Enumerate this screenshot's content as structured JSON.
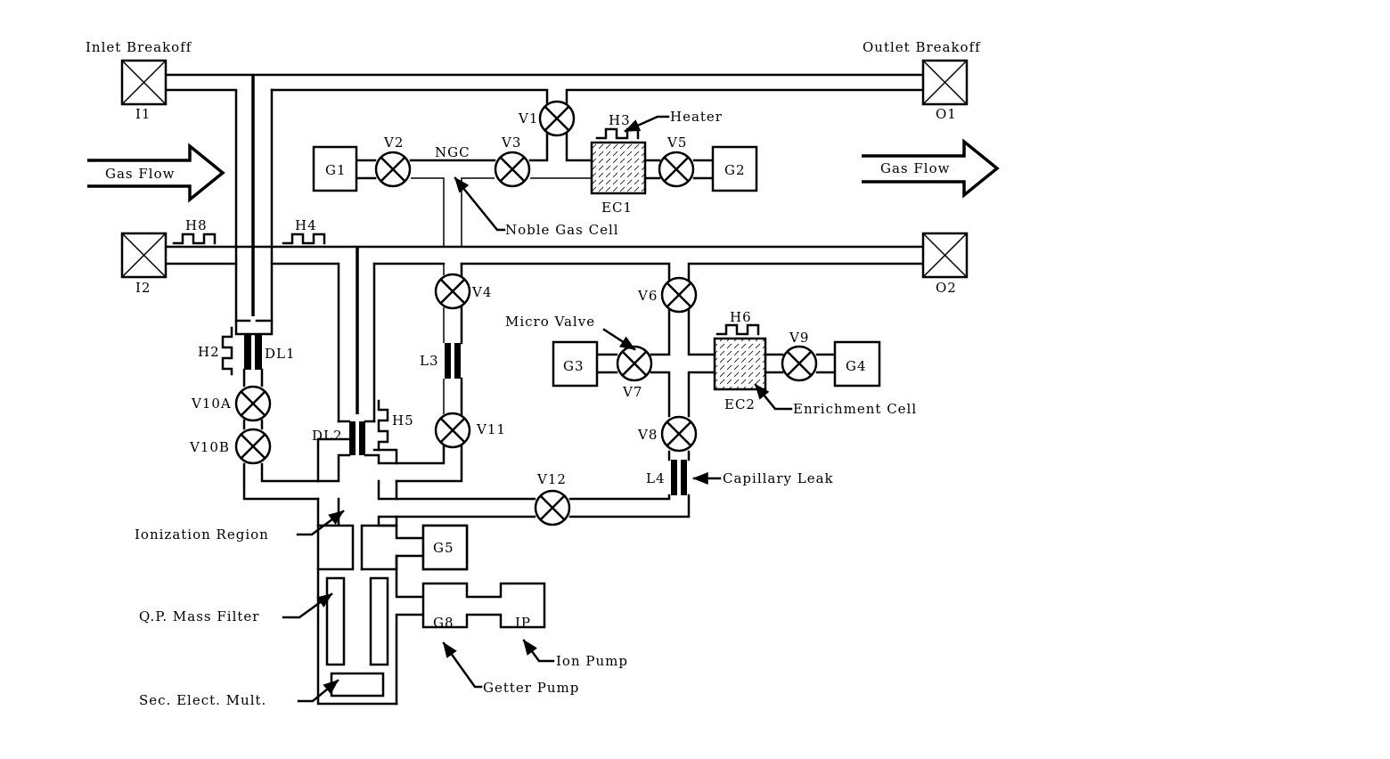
{
  "diagram": {
    "breakoffs": {
      "inlet_title": "Inlet Breakoff",
      "outlet_title": "Outlet Breakoff",
      "I1": "I1",
      "I2": "I2",
      "O1": "O1",
      "O2": "O2"
    },
    "gas_flow_in": "Gas Flow",
    "gas_flow_out": "Gas Flow",
    "valves": {
      "V1": "V1",
      "V2": "V2",
      "V3": "V3",
      "V4": "V4",
      "V5": "V5",
      "V6": "V6",
      "V7": "V7",
      "V8": "V8",
      "V9": "V9",
      "V10A": "V10A",
      "V10B": "V10B",
      "V11": "V11",
      "V12": "V12"
    },
    "gauges": {
      "G1": "G1",
      "G2": "G2",
      "G3": "G3",
      "G4": "G4",
      "G5": "G5",
      "G8": "G8",
      "IP": "IP"
    },
    "heaters": {
      "H2": "H2",
      "H3": "H3",
      "H4": "H4",
      "H5": "H5",
      "H6": "H6",
      "H8": "H8"
    },
    "cells": {
      "EC1": "EC1",
      "EC2": "EC2",
      "NGC": "NGC"
    },
    "leaks": {
      "L3": "L3",
      "L4": "L4",
      "DL1": "DL1",
      "DL2": "DL2"
    },
    "callouts": {
      "heater": "Heater",
      "noble_gas_cell": "Noble Gas Cell",
      "micro_valve": "Micro Valve",
      "enrichment_cell": "Enrichment Cell",
      "capillary_leak": "Capillary Leak",
      "ionization_region": "Ionization Region",
      "qp_mass_filter": "Q.P. Mass Filter",
      "sec_elect_mult": "Sec. Elect. Mult.",
      "ion_pump": "Ion Pump",
      "getter_pump": "Getter Pump"
    }
  }
}
